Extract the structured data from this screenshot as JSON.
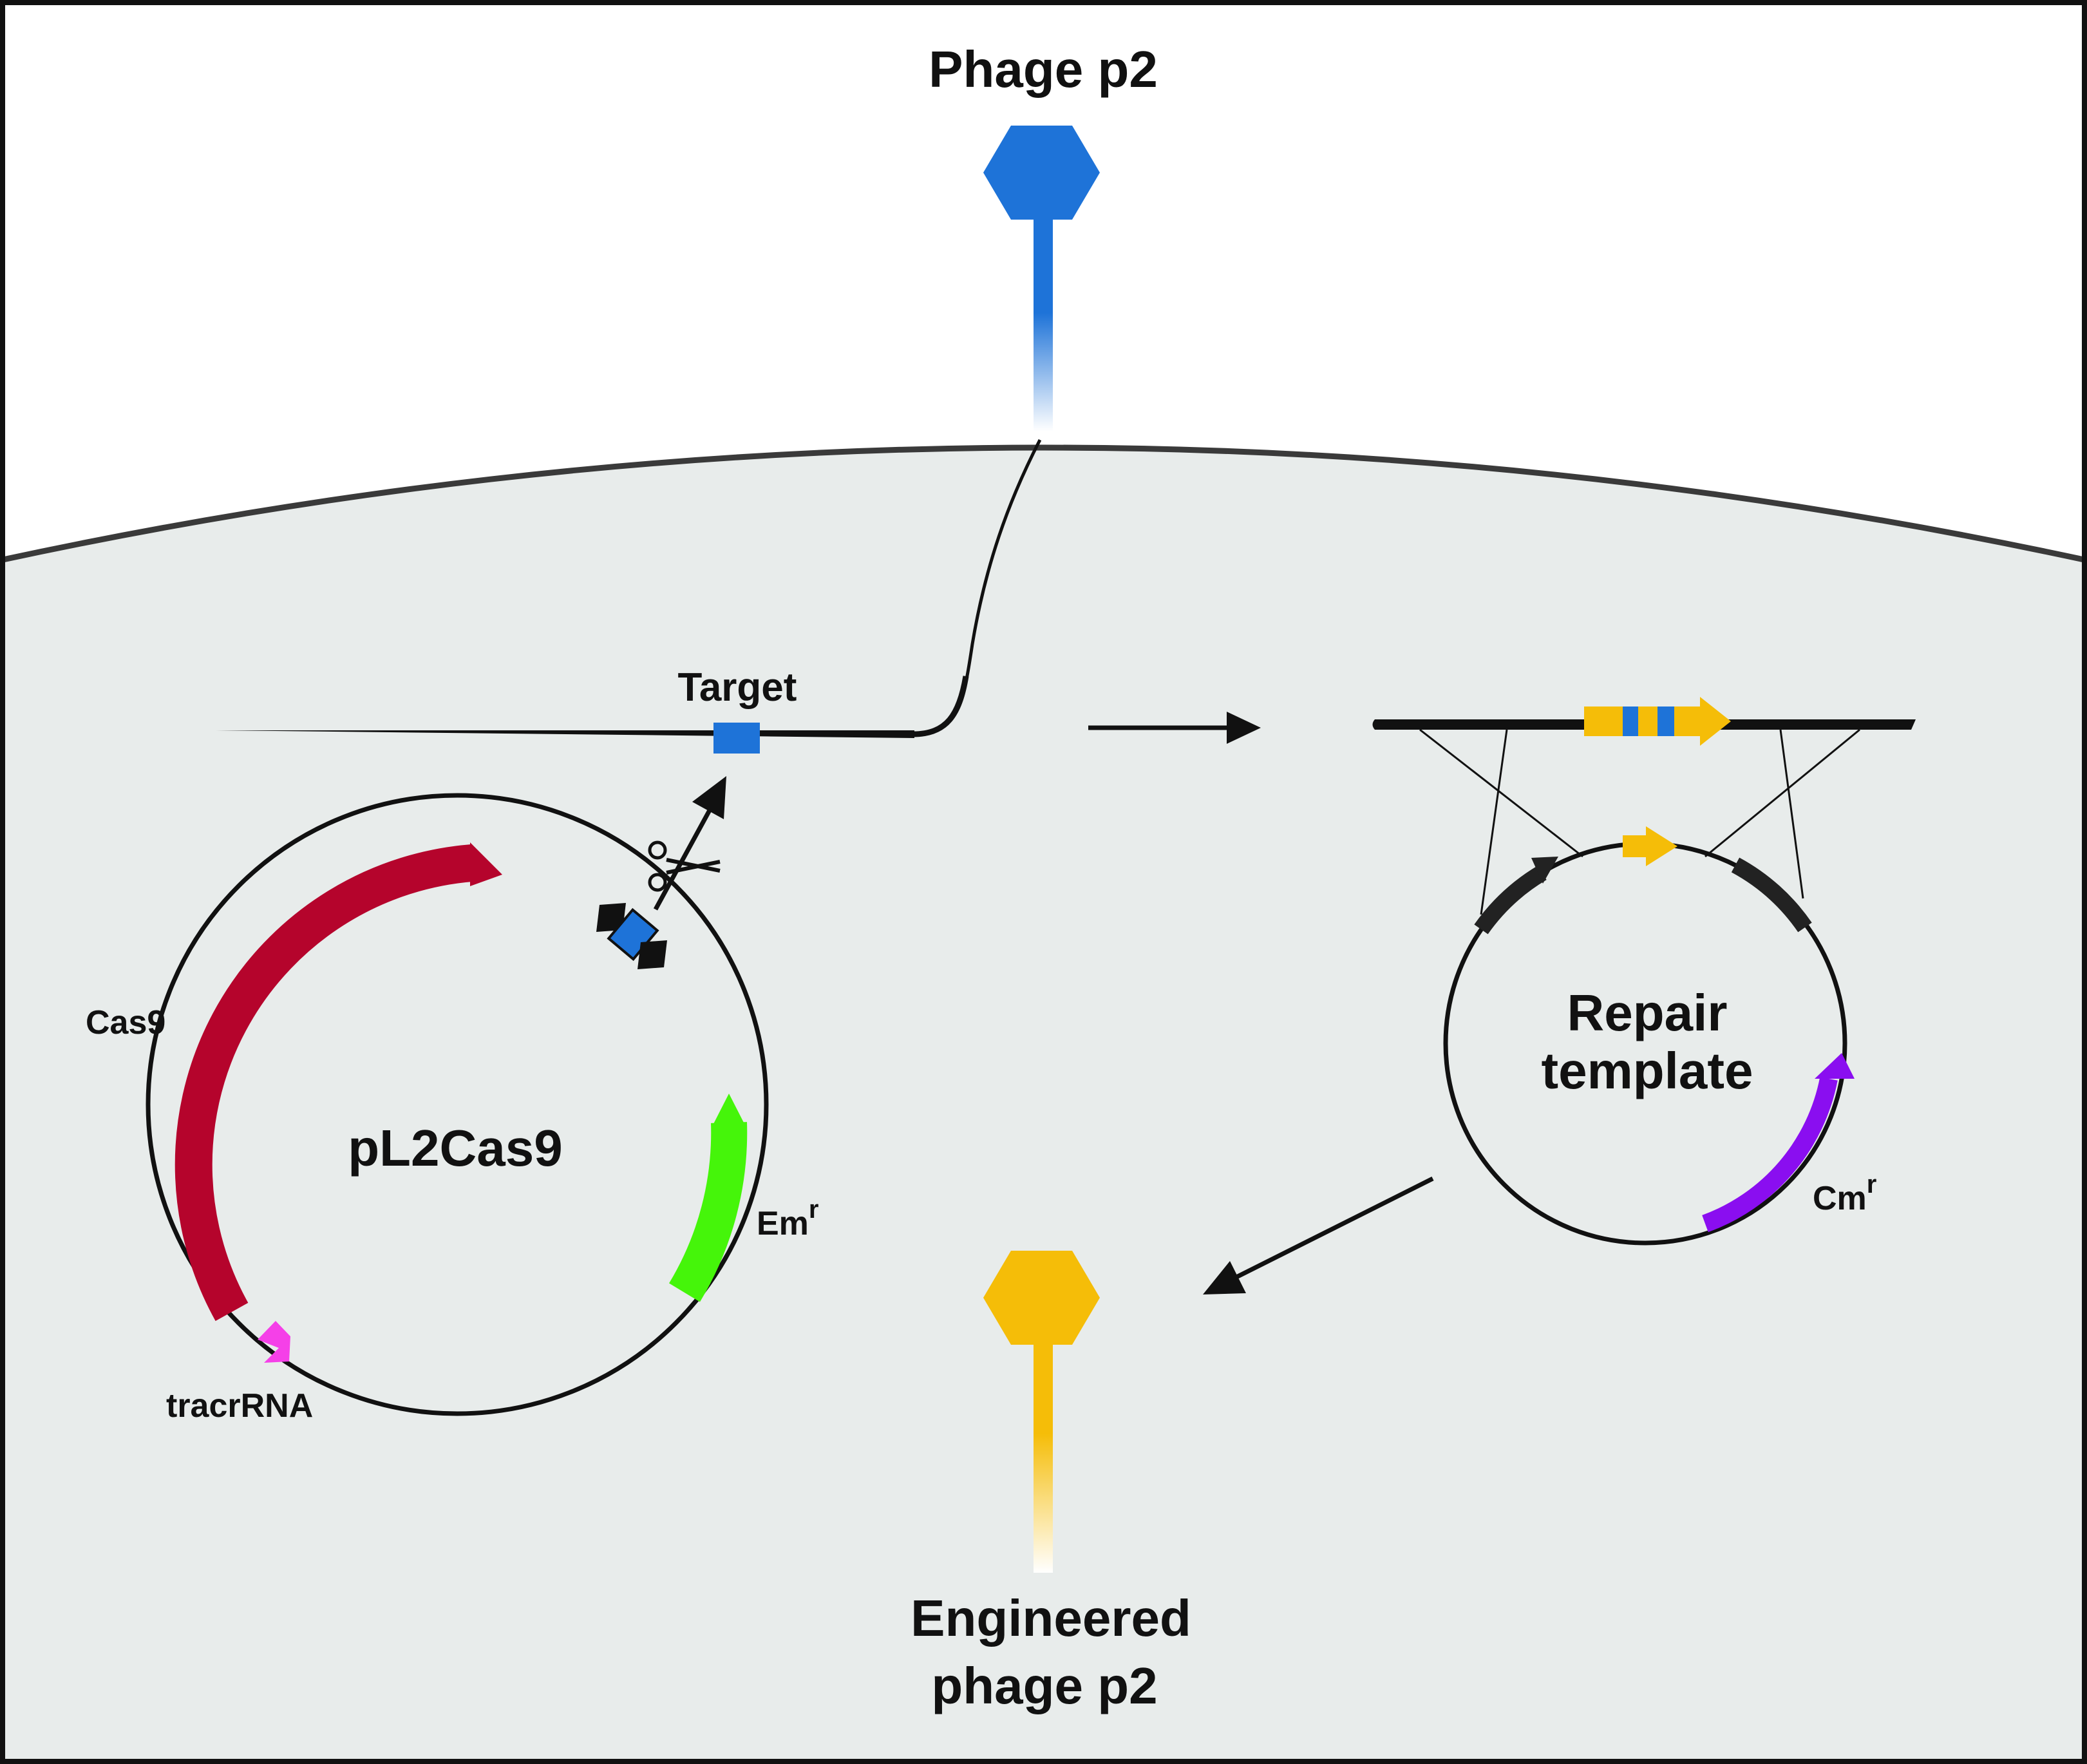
{
  "labels": {
    "phage_top": "Phage p2",
    "target": "Target",
    "plasmid": "pL2Cas9",
    "cas9": "Cas9",
    "tracrrna": "tracrRNA",
    "emr_base": "Em",
    "emr_sup": "r",
    "repair_line1": "Repair",
    "repair_line2": "template",
    "cmr_base": "Cm",
    "cmr_sup": "r",
    "engineered_line1": "Engineered",
    "engineered_line2": "phage p2"
  },
  "colors": {
    "phage_wild": "#1e73d8",
    "phage_engineered": "#f5bd08",
    "target": "#1e73d8",
    "cas9": "#b5042c",
    "tracrrna": "#f540e8",
    "emr": "#45f50a",
    "cmr": "#8a0ef0",
    "insert": "#f5bd08",
    "cell": "#e8eceb",
    "outline": "#111111"
  },
  "icons": {
    "scissors": "scissors-icon"
  }
}
